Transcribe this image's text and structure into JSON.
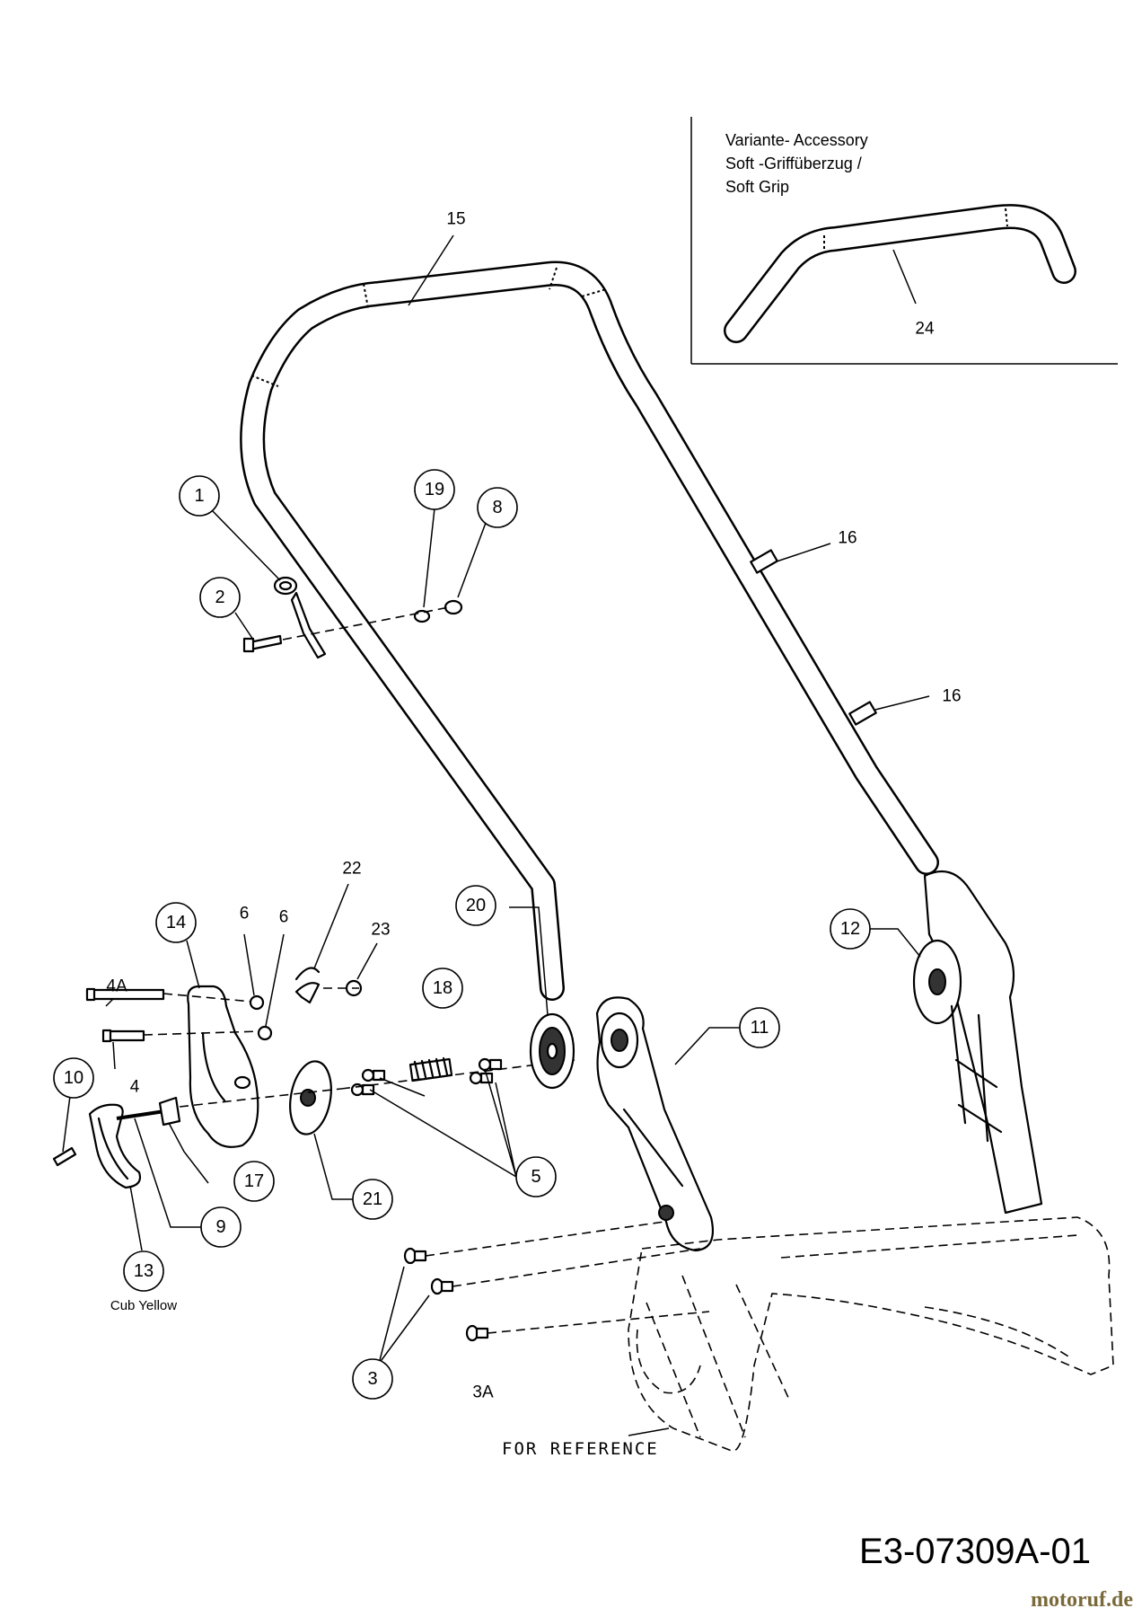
{
  "accessory_box": {
    "line1": "Variante- Accessory",
    "line2": "Soft -Griffüberzug /",
    "line3": "Soft Grip",
    "part_number": "24"
  },
  "callouts": [
    {
      "id": "c1",
      "label": "1"
    },
    {
      "id": "c2",
      "label": "2"
    },
    {
      "id": "c19",
      "label": "19"
    },
    {
      "id": "c8",
      "label": "8"
    },
    {
      "id": "c14",
      "label": "14"
    },
    {
      "id": "c18",
      "label": "18"
    },
    {
      "id": "c20",
      "label": "20"
    },
    {
      "id": "c11",
      "label": "11"
    },
    {
      "id": "c12",
      "label": "12"
    },
    {
      "id": "c10",
      "label": "10"
    },
    {
      "id": "c17",
      "label": "17"
    },
    {
      "id": "c9",
      "label": "9"
    },
    {
      "id": "c13",
      "label": "13"
    },
    {
      "id": "c21",
      "label": "21"
    },
    {
      "id": "c5",
      "label": "5"
    },
    {
      "id": "c3",
      "label": "3"
    }
  ],
  "plain_labels": {
    "p15": "15",
    "p16a": "16",
    "p16b": "16",
    "p6a": "6",
    "p6b": "6",
    "p22": "22",
    "p23": "23",
    "p4a": "4A",
    "p4": "4",
    "p3a": "3A"
  },
  "notes": {
    "cub_yellow": "Cub Yellow",
    "for_reference": "FOR REFERENCE"
  },
  "drawing_number": "E3-07309A-01",
  "watermark": "motoruf.de"
}
